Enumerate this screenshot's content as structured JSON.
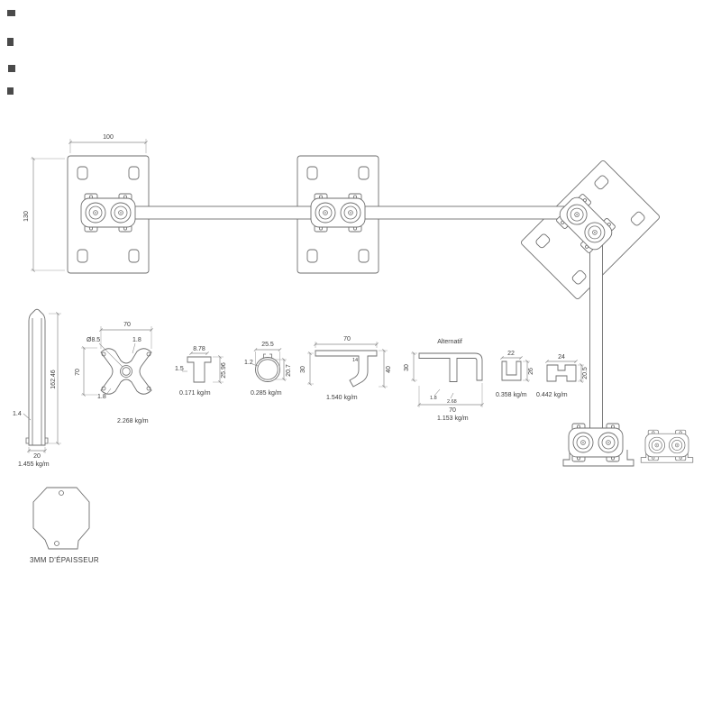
{
  "drawing": {
    "plate": {
      "width": "100",
      "height": "130"
    },
    "flat_bar": {
      "height": "162.46",
      "wall": "1.4",
      "width": "20",
      "weight": "1.455 kg/m"
    },
    "cross": {
      "width_top": "70",
      "hole_dia": "Ø8.5",
      "wall_top": "1.8",
      "height_left": "70",
      "wall_bottom": "1.8",
      "weight": "2.268 kg/m"
    },
    "channel": {
      "width": "8.78",
      "wall": "1.5",
      "height": "25.96",
      "weight": "0.171 kg/m"
    },
    "tube": {
      "width": "25.5",
      "wall": "1.2",
      "inner_dia": "20.7",
      "weight": "0.285 kg/m"
    },
    "bead": {
      "width": "70",
      "height_left": "30",
      "height_right": "40",
      "inner": "14",
      "weight": "1.540 kg/m"
    },
    "bead_alt": {
      "label": "Alternatif",
      "height_left": "30",
      "wall_1": "1.8",
      "wall_2": "2.68",
      "width_bottom": "70",
      "weight": "1.153 kg/m"
    },
    "clip_u": {
      "width": "22",
      "height": "26",
      "weight": "0.358 kg/m"
    },
    "clip_s": {
      "width": "24",
      "height": "20.5",
      "weight": "0.442 kg/m"
    },
    "gusset": {
      "note": "3MM D'ÉPAISSEUR"
    }
  }
}
